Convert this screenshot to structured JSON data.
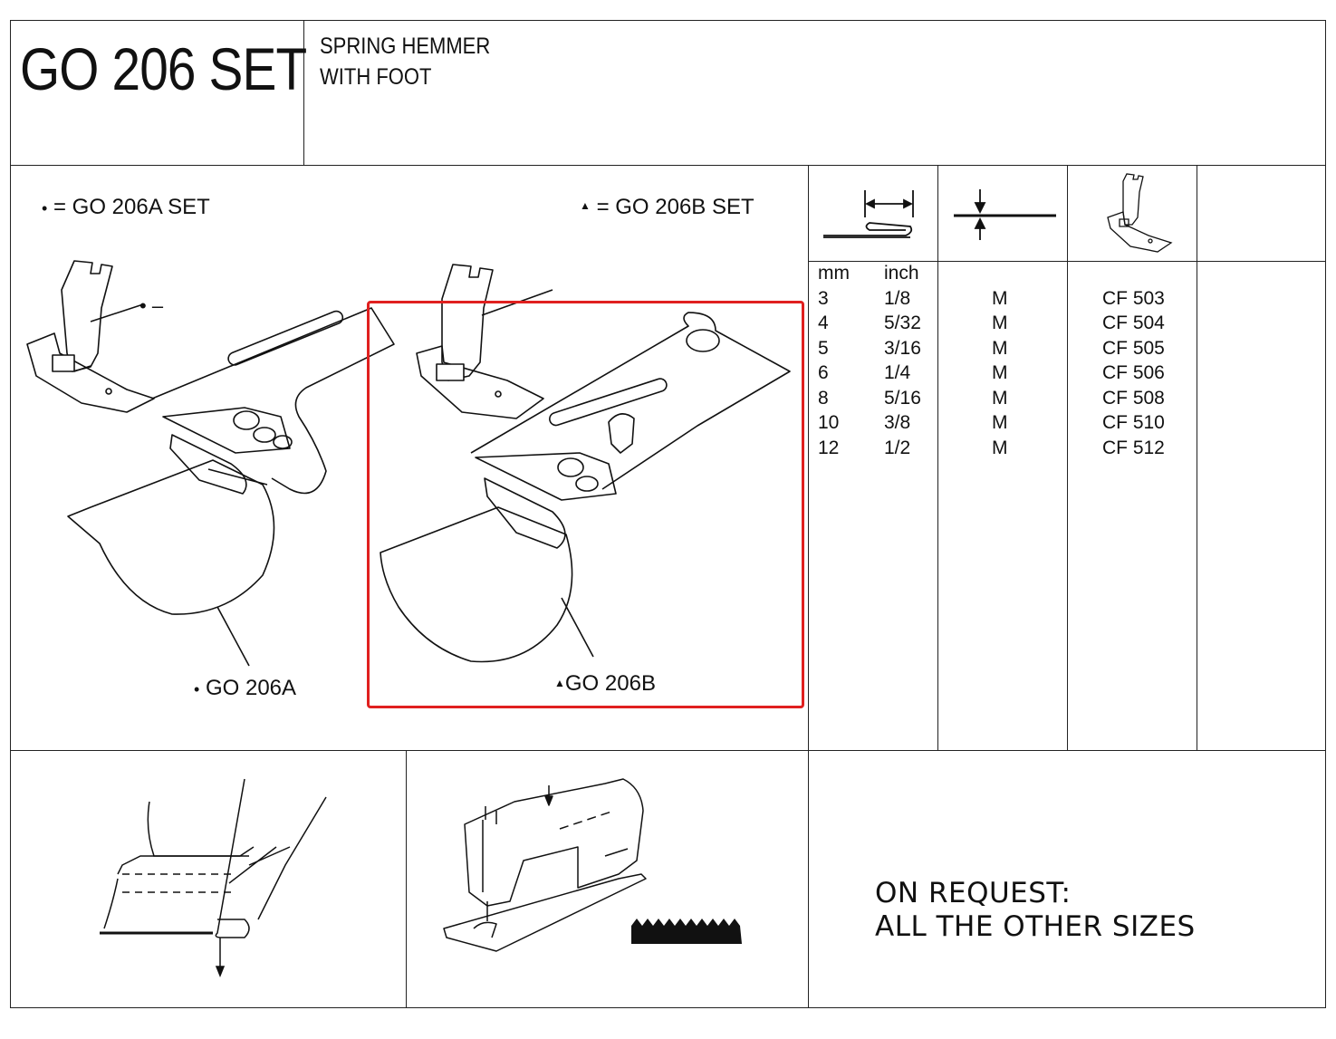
{
  "header": {
    "title": "GO 206 SET",
    "subtitle_line1": "SPRING HEMMER",
    "subtitle_line2": "WITH FOOT"
  },
  "legend": {
    "set_a": "= GO 206A SET",
    "set_b": "= GO 206B SET",
    "dot_symbol": "•",
    "triangle_symbol": "▲"
  },
  "illustration_labels": {
    "part_a": "GO 206A",
    "part_b": "GO 206B"
  },
  "size_table": {
    "col_mm": "mm",
    "col_inch": "inch",
    "rows": [
      {
        "mm": "3",
        "inch": "1/8",
        "type": "M",
        "code": "CF 503"
      },
      {
        "mm": "4",
        "inch": "5/32",
        "type": "M",
        "code": "CF 504"
      },
      {
        "mm": "5",
        "inch": "3/16",
        "type": "M",
        "code": "CF 505"
      },
      {
        "mm": "6",
        "inch": "1/4",
        "type": "M",
        "code": "CF 506"
      },
      {
        "mm": "8",
        "inch": "5/16",
        "type": "M",
        "code": "CF 508"
      },
      {
        "mm": "10",
        "inch": "3/8",
        "type": "M",
        "code": "CF 510"
      },
      {
        "mm": "12",
        "inch": "1/2",
        "type": "M",
        "code": "CF 512"
      }
    ]
  },
  "footer": {
    "on_request_line1": "ON REQUEST:",
    "on_request_line2": "ALL THE OTHER SIZES"
  },
  "icons": {
    "hem_width": "hem-width-icon",
    "material_thickness": "material-thickness-icon",
    "presser_foot": "presser-foot-icon",
    "fold_diagram": "hem-fold-diagram-icon",
    "sewing_machine": "sewing-machine-icon",
    "feed_dog": "feed-dog-icon"
  },
  "colors": {
    "highlight": "#e0201f",
    "ink": "#111111"
  }
}
